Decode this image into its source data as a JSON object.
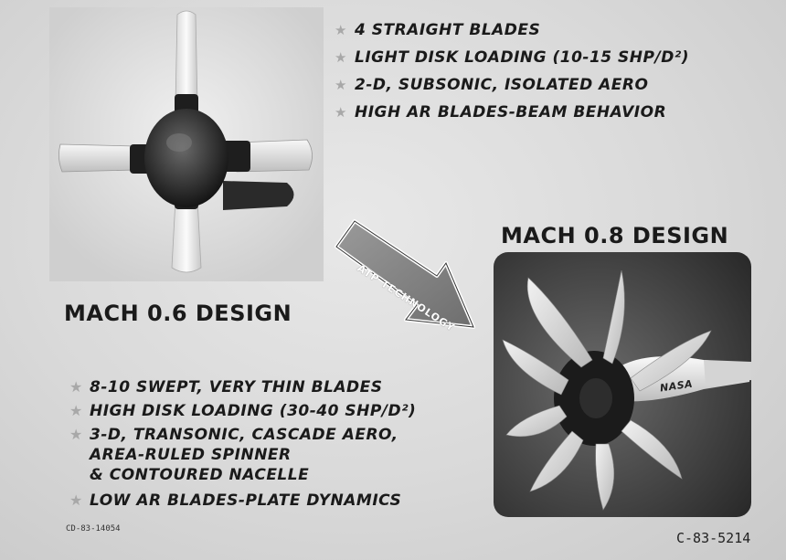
{
  "top_bullets": [
    "4 STRAIGHT BLADES",
    "LIGHT DISK LOADING (10-15 SHP/D²)",
    "2-D, SUBSONIC, ISOLATED AERO",
    "HIGH AR BLADES-BEAM BEHAVIOR"
  ],
  "bottom_bullets": [
    "8-10 SWEPT, VERY THIN BLADES",
    "HIGH DISK LOADING (30-40 SHP/D²)",
    "3-D, TRANSONIC, CASCADE AERO,",
    "AREA-RULED SPINNER",
    "& CONTOURED NACELLE",
    "LOW AR BLADES-PLATE DYNAMICS"
  ],
  "headings": {
    "mach06": "MACH 0.6 DESIGN",
    "mach08": "MACH 0.8 DESIGN"
  },
  "arrow_label": "ATP TECHNOLOGY",
  "nasa_logo": "NASA",
  "codes": {
    "small": "CD-83-14054",
    "right": "C-83-5214"
  },
  "icons": {
    "bullet": "star-icon",
    "photo_left": "four-blade-propeller-photo",
    "photo_right": "swept-propfan-photo",
    "arrow": "diagonal-arrow-icon"
  },
  "colors": {
    "background": "#d9d9d9",
    "text": "#1a1a1a",
    "star": "#a8a8a8"
  }
}
